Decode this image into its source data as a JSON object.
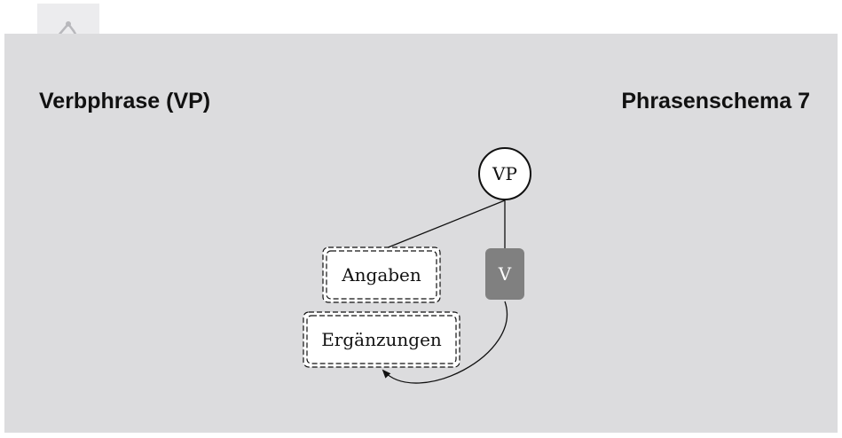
{
  "header": {
    "title": "Verbphrase (VP)",
    "schema_label": "Phrasenschema 7"
  },
  "tab": {
    "icon": "tree-structure-icon"
  },
  "diagram": {
    "root": "VP",
    "nodes": {
      "adjuncts": "Angaben",
      "complements": "Ergänzungen",
      "verb": "V"
    }
  },
  "colors": {
    "panel": "#dcdcde",
    "tab": "#ececee",
    "verb_node": "#808080",
    "line": "#111111"
  }
}
